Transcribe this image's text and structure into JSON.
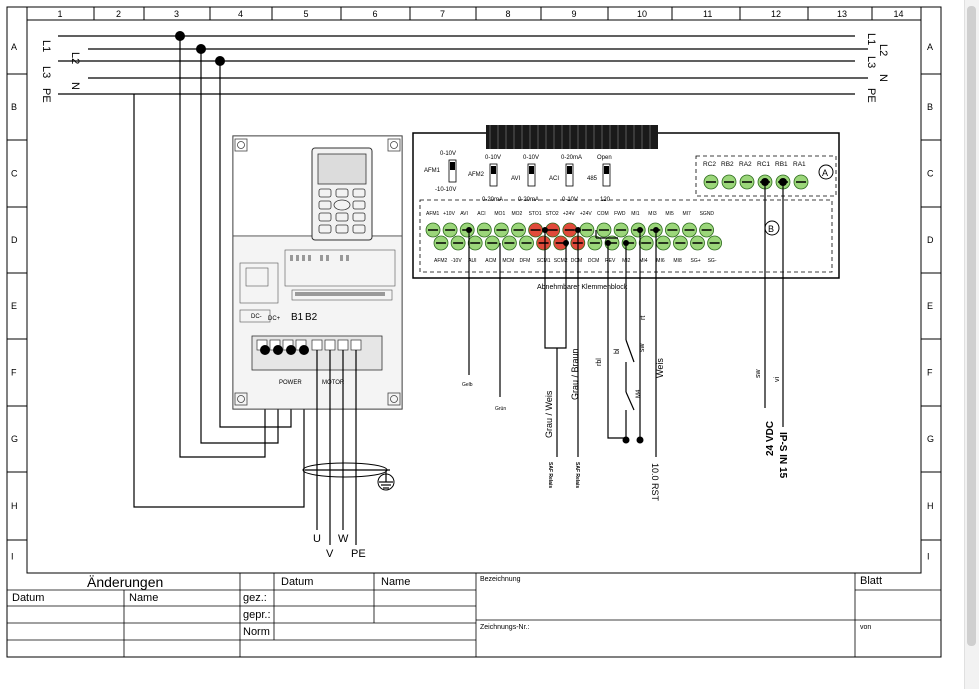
{
  "grid": {
    "columns": [
      "1",
      "2",
      "3",
      "4",
      "5",
      "6",
      "7",
      "8",
      "9",
      "10",
      "11",
      "12",
      "13",
      "14"
    ],
    "rows": [
      "A",
      "B",
      "C",
      "D",
      "E",
      "F",
      "G",
      "H",
      "I"
    ]
  },
  "mains": {
    "lines": [
      "L1",
      "L2",
      "L3",
      "N",
      "PE"
    ]
  },
  "inverter": {
    "dc_labels": [
      "DC-",
      "DC+",
      "B1",
      "B2"
    ],
    "block_labels": [
      "POWER",
      "MOTOR"
    ]
  },
  "motor": {
    "phases": [
      "U",
      "V",
      "W",
      "PE"
    ]
  },
  "terminal_board": {
    "switches": {
      "afm1": {
        "name": "AFM1",
        "top": "0-10V",
        "bottom": "-10-10V"
      },
      "afm2": {
        "name": "AFM2",
        "top": "0-10V",
        "bottom": "0-20mA"
      },
      "avi": {
        "name": "AVI",
        "top": "0-10V",
        "bottom": "0-20mA"
      },
      "aci": {
        "name": "ACI",
        "top": "0-20mA",
        "bottom": "0-10V"
      },
      "com485": {
        "name": "485",
        "top": "Open",
        "bottom": "120"
      }
    },
    "relay_labels": [
      "RC2",
      "RB2",
      "RA2",
      "RC1",
      "RB1",
      "RA1"
    ],
    "top_row_labels": [
      "AFM1",
      "+10V",
      "AVI",
      "ACI",
      "MO1",
      "MO2",
      "STO1",
      "STO2",
      "+24V",
      "+24V",
      "COM",
      "FWD",
      "MI1",
      "MI3",
      "MI5",
      "MI7",
      "SGND"
    ],
    "bottom_row_labels": [
      "AFM2",
      "-10V",
      "AUI",
      "ACM",
      "MCM",
      "DFM",
      "SCM1",
      "SCM2",
      "DCM",
      "DCM",
      "REV",
      "MI2",
      "MI4",
      "MI6",
      "MI8",
      "SG+",
      "SG-"
    ],
    "marker_a": "A",
    "marker_b": "B",
    "caption": "Abnehmbarer Klemmenblock"
  },
  "wires": {
    "gelb": "Gelb",
    "gruen": "Grün",
    "grau_weis": "Grau / Weis",
    "grau_braun": "Grau / Braun",
    "saf1": "SAF Relais",
    "saf2": "SAF Relais",
    "rst": "10.0 RST",
    "weis": "Weis",
    "rbl": "rbl",
    "bl": "bl",
    "sw": "sw",
    "rt": "rt",
    "m4": "M4",
    "sw2": "sw",
    "vi": "vi",
    "vdc": "24 VDC",
    "ips": "IP-S IN 15"
  },
  "title_block": {
    "aenderungen": "Änderungen",
    "datum_left": "Datum",
    "name_left": "Name",
    "datum": "Datum",
    "name": "Name",
    "gez": "gez.:",
    "gepr": "gepr.:",
    "norm": "Norm",
    "bezeichnung": "Bezeichnung",
    "zeichnungs_nr": "Zeichnungs-Nr.:",
    "blatt": "Blatt",
    "von": "von"
  }
}
